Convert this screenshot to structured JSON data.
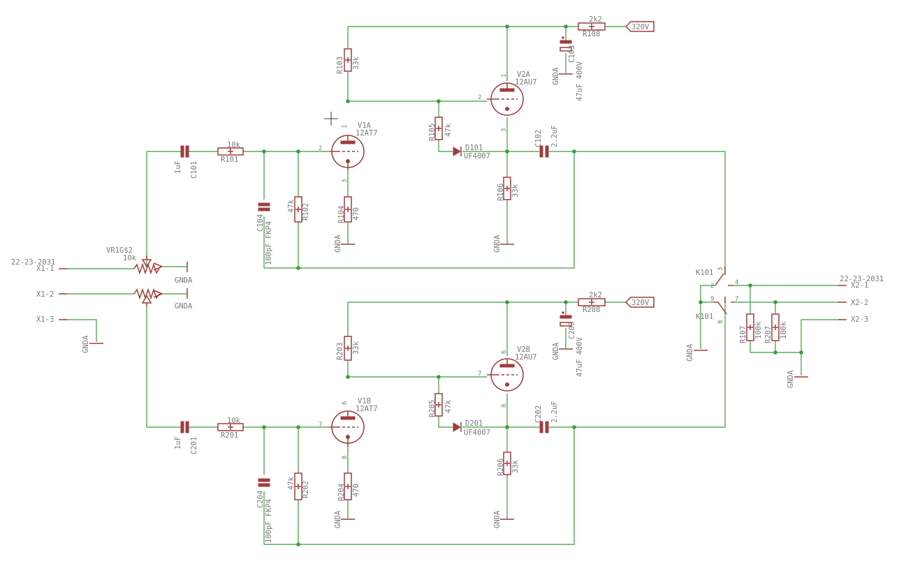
{
  "colors": {
    "wire": "#3c9a3c",
    "component": "#a03c3c",
    "text": "#7a7a7a",
    "background": "#ffffff"
  },
  "labels": {
    "r103": "R103",
    "r103_val": "33k",
    "r203": "R203",
    "r203_val": "33k",
    "r108": "R108",
    "r108_val": "2k2",
    "r208": "R208",
    "r208_val": "2k2",
    "c103": "C103",
    "c103_val": "47uF 400V",
    "c203": "C203",
    "c203_val": "47uF 400V",
    "v2a": "V2A",
    "v2a_type": "12AU7",
    "v2b": "V2B",
    "v2b_type": "12AU7",
    "v1a": "V1A",
    "v1a_type": "12AT7",
    "v1b": "V1B",
    "v1b_type": "12AT7",
    "r105": "R105",
    "r105_val": "47k",
    "r205": "R205",
    "r205_val": "47k",
    "d101": "D101",
    "d101_val": "UF4007",
    "d201": "D201",
    "d201_val": "UF4007",
    "c102": "C102",
    "c102_val": "2.2uF",
    "c202": "C202",
    "c202_val": "2.2uF",
    "r106": "R106",
    "r106_val": "33k",
    "r206": "R206",
    "r206_val": "33k",
    "c101": "C101",
    "c101_val": "1uF",
    "c201": "C201",
    "c201_val": "1uF",
    "r101": "R101",
    "r101_val": "10k",
    "r201": "R201",
    "r201_val": "10k",
    "c104": "C104",
    "c104_val": "100pF FKP4",
    "c204": "C204",
    "c204_val": "100pF FKP4",
    "r102": "R102",
    "r102_val": "47k",
    "r202": "R202",
    "r202_val": "47k",
    "r104": "R104",
    "r104_val": "470",
    "r204": "R204",
    "r204_val": "470",
    "vr": "VR1G$2",
    "vr_val": "10k",
    "k101": "K101",
    "r107": "R107",
    "r107_val": "100k",
    "r207": "R207",
    "r207_val": "100k",
    "gnda": "GNDA",
    "supply": "320V",
    "conn": "22-23-2031",
    "x1_1": "X1-1",
    "x1_2": "X1-2",
    "x1_3": "X1-3",
    "x2_1": "X2-1",
    "x2_2": "X2-2",
    "x2_3": "X2-3",
    "p1": "1",
    "p2": "2",
    "p3": "3",
    "p4": "4",
    "p6": "6",
    "p7": "7",
    "p8": "8",
    "p9": "9"
  }
}
